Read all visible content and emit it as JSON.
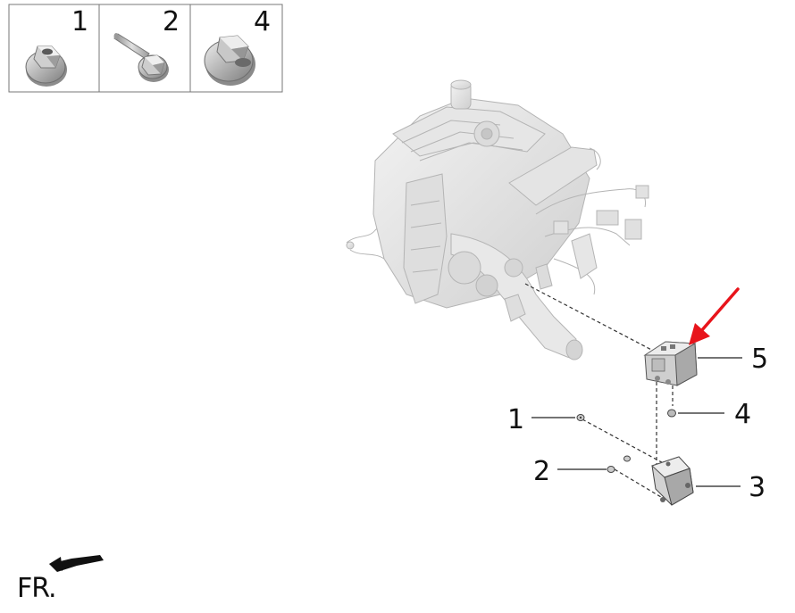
{
  "inset": {
    "cells": [
      {
        "number": "1",
        "icon": "flange-nut-icon"
      },
      {
        "number": "2",
        "icon": "flange-bolt-icon"
      },
      {
        "number": "4",
        "icon": "flange-nut-large-icon"
      }
    ]
  },
  "callouts": [
    {
      "number": "5",
      "part": "abs-control-unit"
    },
    {
      "number": "4",
      "part": "nut"
    },
    {
      "number": "1",
      "part": "nut"
    },
    {
      "number": "2",
      "part": "bolt"
    },
    {
      "number": "3",
      "part": "mounting-bracket"
    }
  ],
  "orientation": {
    "label": "FR.",
    "icon": "front-direction-arrow-icon"
  },
  "colors": {
    "highlight_arrow": "#e8141b",
    "line_art": "#222222",
    "engine_grey": "#c9c9c9"
  }
}
